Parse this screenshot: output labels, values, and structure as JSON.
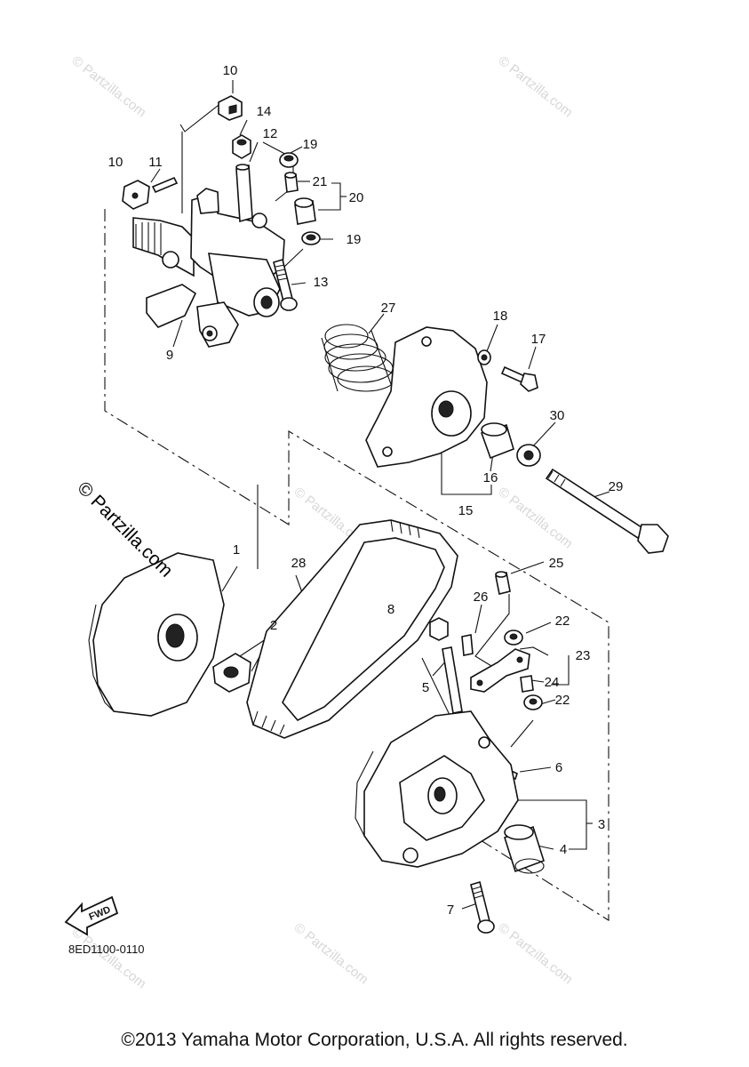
{
  "callouts": [
    "10",
    "14",
    "12",
    "19",
    "10",
    "11",
    "21",
    "20",
    "19",
    "13",
    "9",
    "27",
    "18",
    "17",
    "30",
    "16",
    "15",
    "29",
    "1",
    "28",
    "25",
    "2",
    "8",
    "26",
    "22",
    "23",
    "5",
    "24",
    "22",
    "6",
    "3",
    "4",
    "7"
  ],
  "watermarks": {
    "small": [
      "© Partzilla.com",
      "© Partzilla.com",
      "© Partzilla.com",
      "© Partzilla.com",
      "© Partzilla.com",
      "© Partzilla.com",
      "© Partzilla.com"
    ],
    "big": "© Partzilla.com"
  },
  "fwd_label": "FWD",
  "diagram_code": "8ED1100-0110",
  "copyright": "©2013 Yamaha Motor Corporation, U.S.A. All rights reserved."
}
